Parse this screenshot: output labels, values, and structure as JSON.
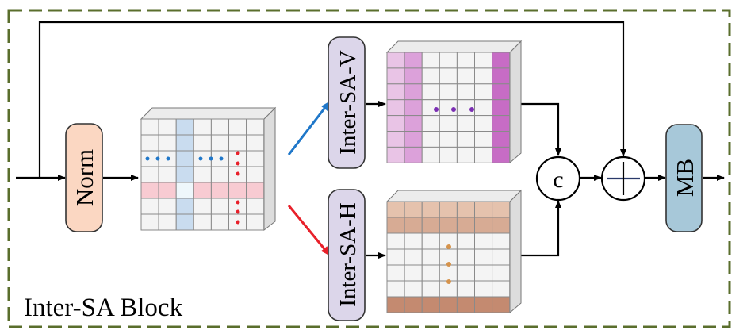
{
  "block_label": "Inter-SA Block",
  "nodes": {
    "norm": "Norm",
    "inter_sa_v": "Inter-SA-V",
    "inter_sa_h": "Inter-SA-H",
    "concat": "c",
    "mb": "MB"
  },
  "colors": {
    "frame_border": "#5a6e2c",
    "norm_fill": "#fbd7c2",
    "branch_fill": "#dcd6ea",
    "mb_fill": "#a7c8d9",
    "v_arrow": "#1f77c9",
    "h_arrow": "#e8202a",
    "input_column_tint": "#c9dcef",
    "input_row_tint": "#f8cbd2",
    "v_output_light": "#e9c4e6",
    "v_output_dark": "#c76cc5",
    "h_output_light": "#e5c2ad",
    "h_output_dark": "#c48a70",
    "dots_blue": "#1f77c9",
    "dots_red": "#e8202a",
    "dots_purple": "#7b2fb3",
    "dots_orange": "#d6934b"
  }
}
